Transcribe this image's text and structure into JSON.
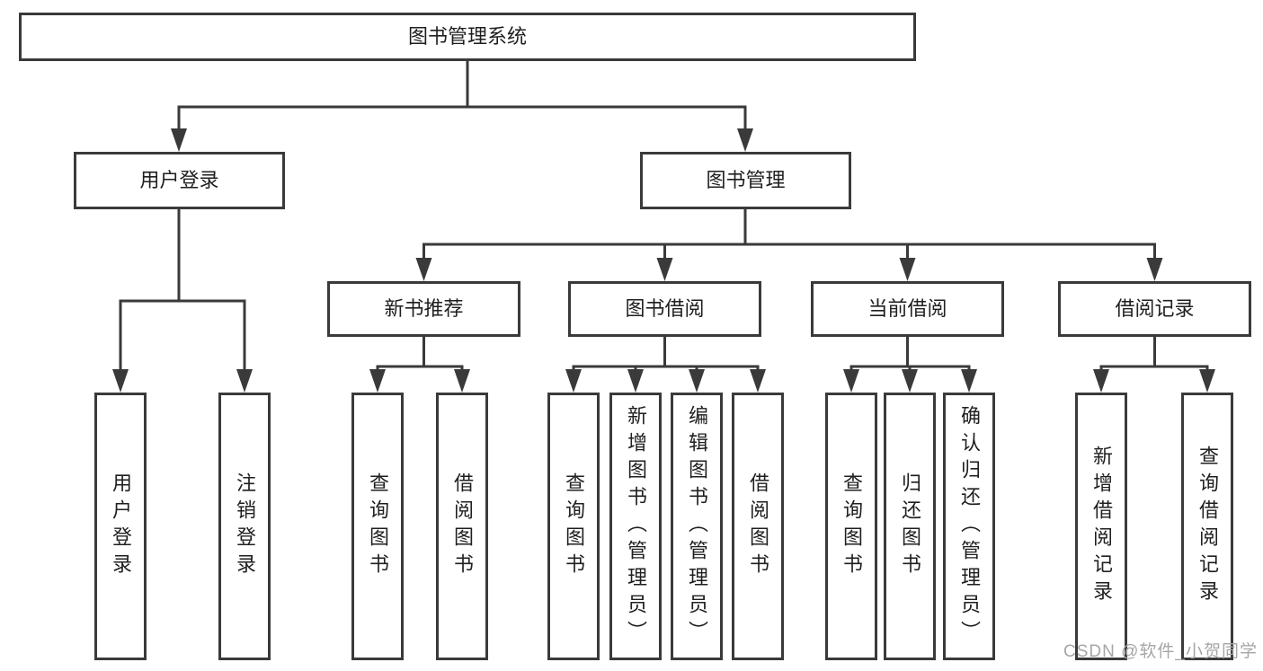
{
  "tree": {
    "root": {
      "label": "图书管理系统"
    },
    "children": [
      {
        "label": "用户登录",
        "children": [
          {
            "label": "用户登录"
          },
          {
            "label": "注销登录"
          }
        ]
      },
      {
        "label": "图书管理",
        "children": [
          {
            "label": "新书推荐",
            "children": [
              {
                "label": "查询图书"
              },
              {
                "label": "借阅图书"
              }
            ]
          },
          {
            "label": "图书借阅",
            "children": [
              {
                "label": "查询图书"
              },
              {
                "label": "新增图书（管理员）"
              },
              {
                "label": "编辑图书（管理员）"
              },
              {
                "label": "借阅图书"
              }
            ]
          },
          {
            "label": "当前借阅",
            "children": [
              {
                "label": "查询图书"
              },
              {
                "label": "归还图书"
              },
              {
                "label": "确认归还（管理员）"
              }
            ]
          },
          {
            "label": "借阅记录",
            "children": [
              {
                "label": "新增借阅记录"
              },
              {
                "label": "查询借阅记录"
              }
            ]
          }
        ]
      }
    ]
  },
  "watermark": {
    "text": "CSDN @软件_小贺同学"
  },
  "colors": {
    "line": "#3a3a3a",
    "box_border": "#3a3a3a",
    "text": "#1f1f1f",
    "watermark": "#a6a6a6",
    "background": "#ffffff"
  }
}
